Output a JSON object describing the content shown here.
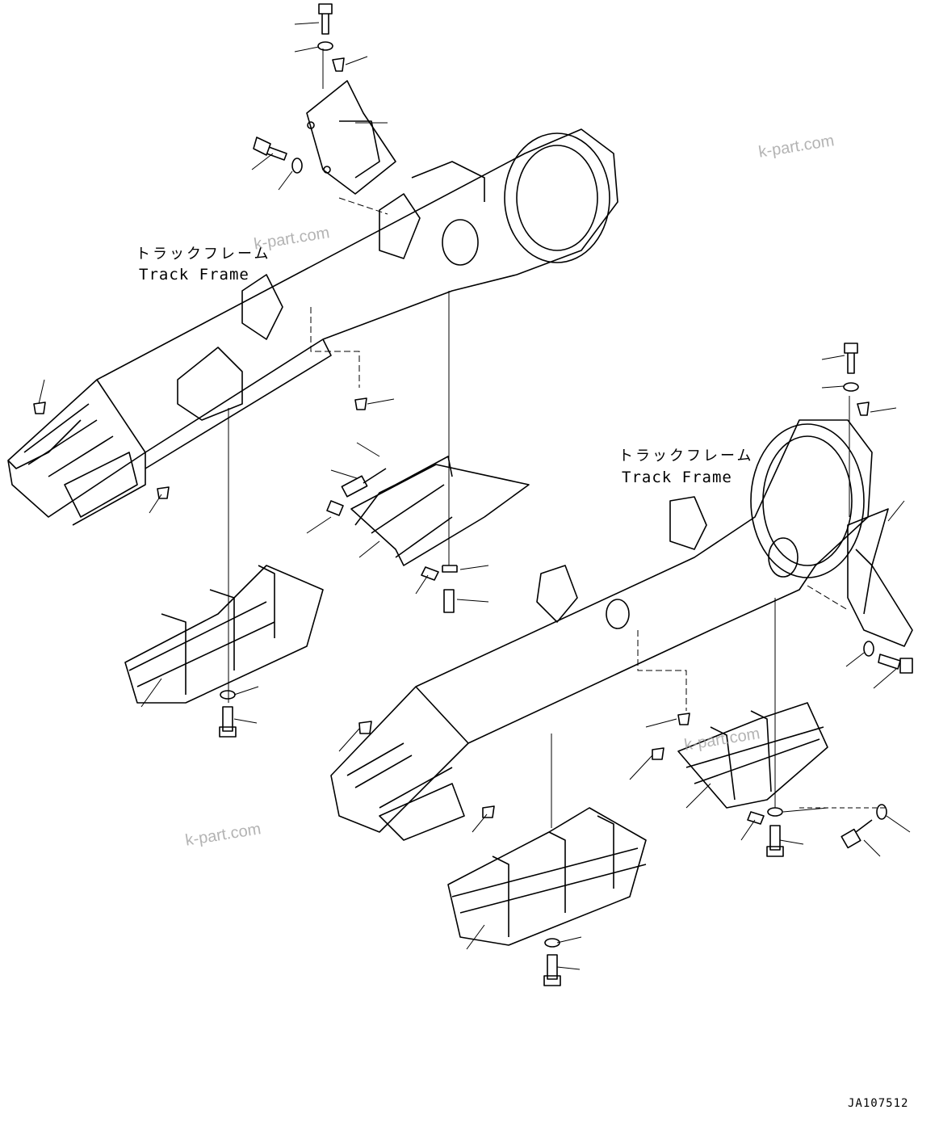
{
  "labels": {
    "frame_left_jp": "トラックフレーム",
    "frame_left_en": "Track Frame",
    "frame_right_jp": "トラックフレーム",
    "frame_right_en": "Track Frame"
  },
  "watermark": "k-part.com",
  "drawing_code": "JA107512"
}
